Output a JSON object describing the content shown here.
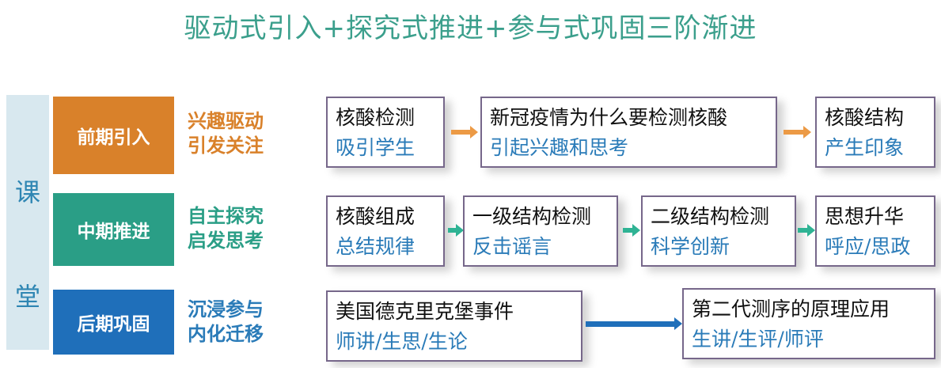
{
  "title": "驱动式引入+探究式推进+参与式巩固三阶渐进",
  "side": [
    "课",
    "堂"
  ],
  "colors": {
    "orange": "#d9812a",
    "teal": "#2a9e86",
    "blue": "#1f6fba",
    "subtext": "#2a7bb8"
  },
  "rows": [
    {
      "phase": "前期引入",
      "goal": [
        "兴趣驱动",
        "引发关注"
      ],
      "steps": [
        {
          "t": "核酸检测",
          "s": "吸引学生"
        },
        {
          "t": "新冠疫情为什么要检测核酸",
          "s": "引起兴趣和思考"
        },
        {
          "t": "核酸结构",
          "s": "产生印象"
        }
      ]
    },
    {
      "phase": "中期推进",
      "goal": [
        "自主探究",
        "启发思考"
      ],
      "steps": [
        {
          "t": "核酸组成",
          "s": "总结规律"
        },
        {
          "t": "一级结构检测",
          "s": "反击谣言"
        },
        {
          "t": "二级结构检测",
          "s": "科学创新"
        },
        {
          "t": "思想升华",
          "s": "呼应/思政"
        }
      ]
    },
    {
      "phase": "后期巩固",
      "goal": [
        "沉浸参与",
        "内化迁移"
      ],
      "steps": [
        {
          "t": "美国德克里克堡事件",
          "s": "师讲/生思/生论"
        },
        {
          "t": "第二代测序的原理应用",
          "s": "生讲/生评/师评"
        }
      ]
    }
  ]
}
